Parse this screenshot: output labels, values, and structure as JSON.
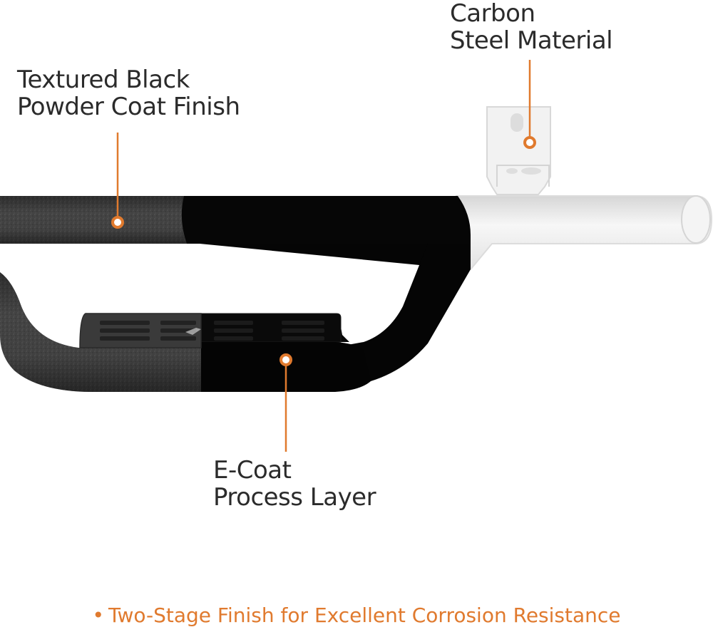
{
  "callouts": {
    "carbon_steel": {
      "line1": "Carbon",
      "line2": "Steel Material"
    },
    "textured_black": {
      "line1": "Textured Black",
      "line2": "Powder Coat Finish"
    },
    "e_coat": {
      "line1": "E-Coat",
      "line2": "Process Layer"
    }
  },
  "footer": {
    "bullet": "•",
    "text": "Two-Stage Finish for Excellent Corrosion Resistance"
  },
  "colors": {
    "accent": "#e07a2e",
    "label_text": "#2b2b2b",
    "powder_coat": "#3d3d3d",
    "e_coat": "#050505",
    "carbon_steel": "#f0f0f0"
  }
}
